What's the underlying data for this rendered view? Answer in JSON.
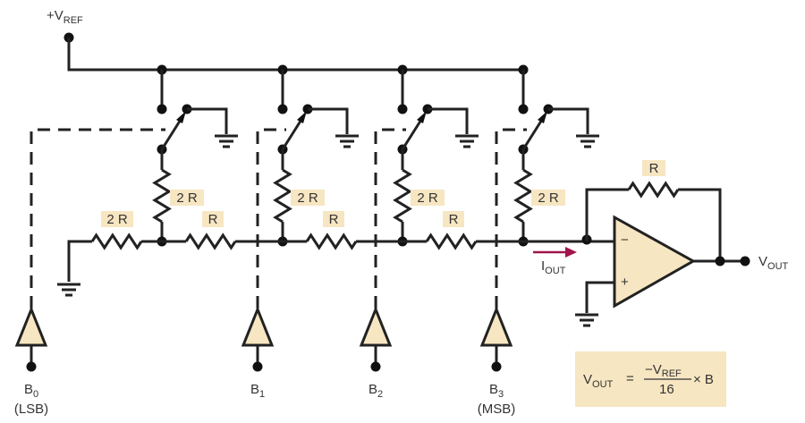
{
  "vref_label": {
    "main": "+V",
    "sub": "REF"
  },
  "resistor_labels": {
    "two_r": "2 R",
    "r": "R"
  },
  "bits": [
    {
      "name": "B",
      "sub": "0",
      "note": "(LSB)"
    },
    {
      "name": "B",
      "sub": "1",
      "note": ""
    },
    {
      "name": "B",
      "sub": "2",
      "note": ""
    },
    {
      "name": "B",
      "sub": "3",
      "note": "(MSB)"
    }
  ],
  "iout_label": {
    "main": "I",
    "sub": "OUT"
  },
  "vout_label": {
    "main": "V",
    "sub": "OUT"
  },
  "opamp": {
    "minus": "−",
    "plus": "+"
  },
  "formula": {
    "lhs_main": "V",
    "lhs_sub": "OUT",
    "equals": "=",
    "num_main": "−V",
    "num_sub": "REF",
    "den": "16",
    "times": "× B"
  },
  "colors": {
    "component_fill": "#f7e6c2",
    "current_arrow": "#a0154a",
    "wire": "#222222"
  }
}
